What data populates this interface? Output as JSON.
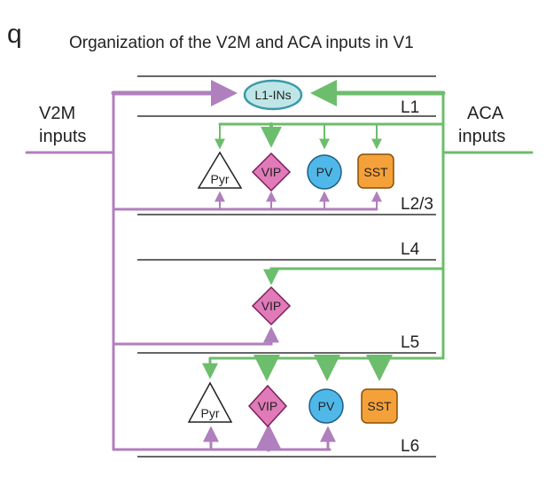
{
  "panel_letter": "q",
  "title": "Organization of the V2M and ACA inputs in V1",
  "v2m": {
    "line1": "V2M",
    "line2": "inputs"
  },
  "aca": {
    "line1": "ACA",
    "line2": "inputs"
  },
  "layers": [
    "L1",
    "L2/3",
    "L4",
    "L5",
    "L6"
  ],
  "cells": {
    "l1_ins": "L1-INs",
    "pyr": "Pyr",
    "vip": "VIP",
    "pv": "PV",
    "sst": "SST"
  },
  "colors": {
    "v2m": "#b07fbd",
    "aca": "#6cbd6c",
    "vip_fill": "#e07ab8",
    "pv_fill": "#4fb8e8",
    "sst_fill": "#f5a13a",
    "l1_fill": "#bfe6e6",
    "l1_stroke": "#3a9aa8",
    "laminar": "#333333"
  }
}
